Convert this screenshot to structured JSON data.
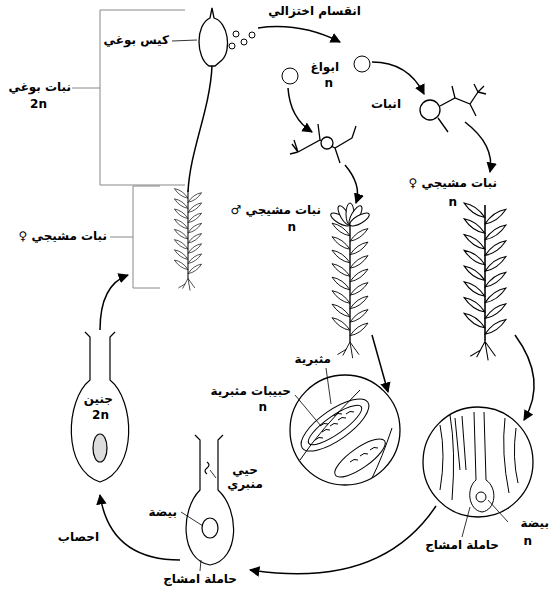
{
  "diagram": {
    "labels": [
      "انقسام اختزالي",
      "كيس بوغي",
      "نبات بوغي",
      "2n",
      "ابواغ",
      "n",
      "انبات",
      "نبات مشيجي ♀",
      "n",
      "نبات مشيجي ♂",
      "n",
      "نبات مشيجي ♀",
      "مثبرية",
      "حبيبات مثبرية",
      "n",
      "جنين",
      "2n",
      "حيي منبري",
      "بيضة",
      "احصاب",
      "حاملة امشاج",
      "بيضة",
      "n",
      "حاملة امشاج"
    ]
  }
}
